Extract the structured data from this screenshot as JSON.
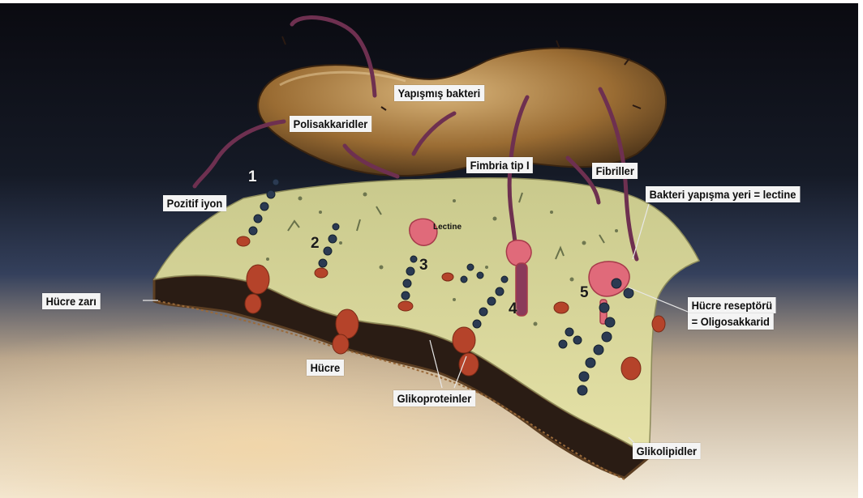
{
  "labels": {
    "yapismis_bakteri": "Yapışmış bakteri",
    "polisakkaridler": "Polisakkaridler",
    "fimbria_tip": "Fimbria tip I",
    "fibriller": "Fibriller",
    "bakteri_yapisma_yeri": "Bakteri yapışma yeri = lectine",
    "pozitif_iyon": "Pozitif iyon",
    "hucre_zari": "Hücre zarı",
    "hucre_reseptoru_line1": "Hücre reseptörü",
    "hucre_reseptoru_line2": "= Oligosakkarid",
    "hucre": "Hücre",
    "glikoproteinler": "Glikoproteinler",
    "glikolipidler": "Glikolipidler",
    "lectine": "Lectine"
  },
  "numbers": {
    "n1": "1",
    "n2": "2",
    "n3": "3",
    "n4": "4",
    "n5": "5"
  },
  "colors": {
    "background_top": "#0c0c14",
    "background_mid": "#2a3550",
    "background_bottom": "#f3e9d8",
    "bacterium": "#a3773a",
    "membrane_surface": "#d8d69a",
    "membrane_dark": "#2b1e16",
    "receptor_pink": "#e2707e",
    "glycoprotein_red": "#b8452a",
    "fimbria_purple": "#7a3550",
    "oligosaccharide_blue": "#2f4058"
  }
}
